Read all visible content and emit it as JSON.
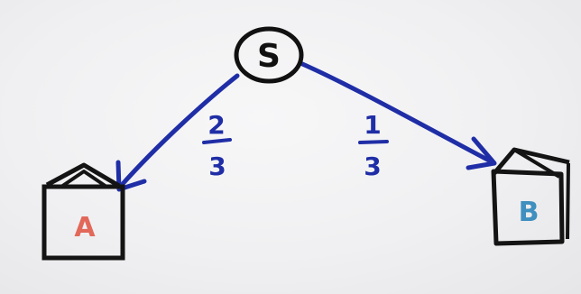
{
  "diagram": {
    "nodes": {
      "start": {
        "label": "S",
        "stroke": "#111111"
      },
      "a": {
        "label": "A",
        "label_color": "#e2685a",
        "stroke": "#141414"
      },
      "b": {
        "label": "B",
        "label_color": "#3f8fbf",
        "stroke": "#141414"
      }
    },
    "edges": [
      {
        "from": "S",
        "to": "A",
        "prob_num": "2",
        "prob_den": "3",
        "color": "#1f2ea6"
      },
      {
        "from": "S",
        "to": "B",
        "prob_num": "1",
        "prob_den": "3",
        "color": "#1f2ea6"
      }
    ]
  }
}
